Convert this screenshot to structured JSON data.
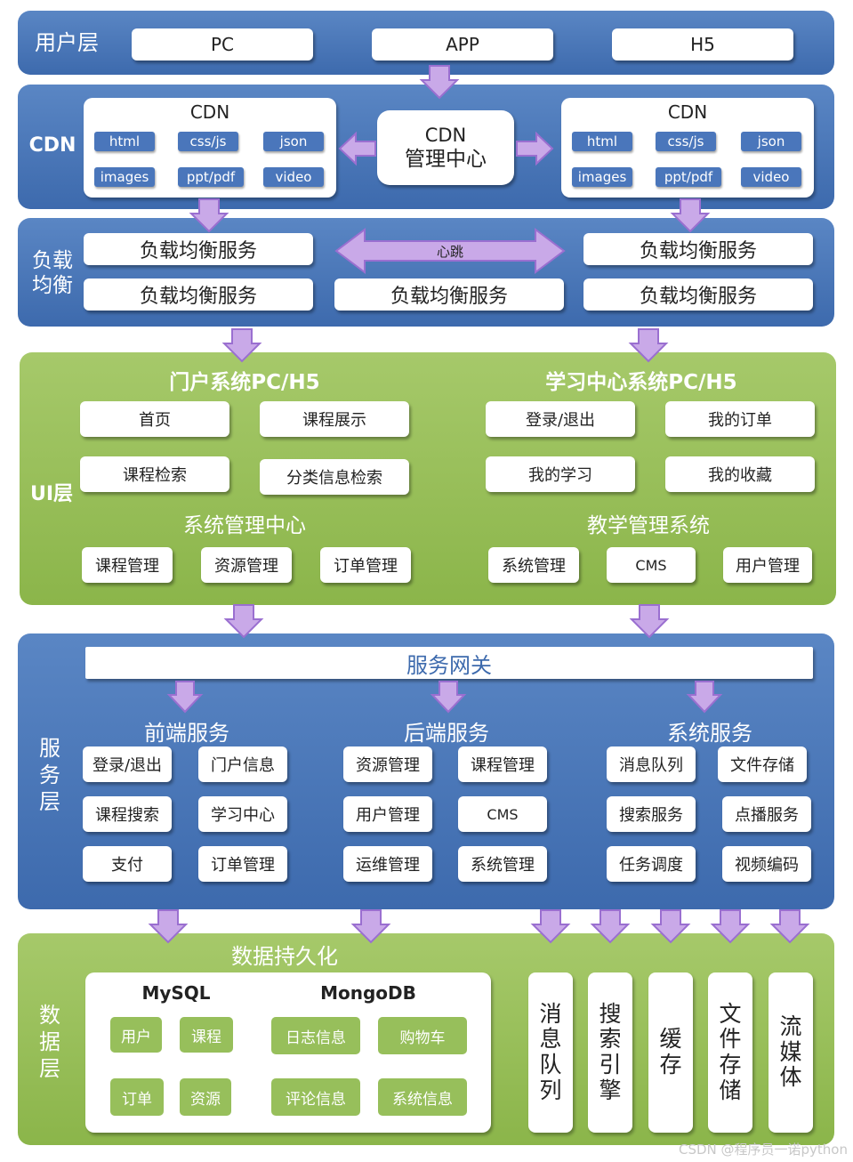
{
  "colors": {
    "blue_layer": "#4a78bb",
    "green_layer": "#95bd55",
    "arrow": "#c9a9e8",
    "chip_blue": "#4a76bb",
    "chip_green": "#97bf5b"
  },
  "user_layer": {
    "label": "用户层",
    "clients": [
      "PC",
      "APP",
      "H5"
    ]
  },
  "cdn_layer": {
    "label": "CDN",
    "left_title": "CDN",
    "right_title": "CDN",
    "chips": [
      "html",
      "css/js",
      "json",
      "images",
      "ppt/pdf",
      "video"
    ],
    "center_line1": "CDN",
    "center_line2": "管理中心"
  },
  "lb_layer": {
    "label_line1": "负载",
    "label_line2": "均衡",
    "service": "负载均衡服务",
    "heartbeat": "心跳"
  },
  "ui_layer": {
    "label": "UI层",
    "portal": {
      "title": "门户系统PC/H5",
      "items": [
        "首页",
        "课程展示",
        "课程检索",
        "分类信息检索"
      ]
    },
    "learning": {
      "title": "学习中心系统PC/H5",
      "items": [
        "登录/退出",
        "我的订单",
        "我的学习",
        "我的收藏"
      ]
    },
    "sysadmin": {
      "title": "系统管理中心",
      "items": [
        "课程管理",
        "资源管理",
        "订单管理"
      ]
    },
    "teaching": {
      "title": "教学管理系统",
      "items": [
        "系统管理",
        "CMS",
        "用户管理"
      ]
    }
  },
  "service_layer": {
    "label": [
      "服",
      "务",
      "层"
    ],
    "gateway": "服务网关",
    "frontend": {
      "title": "前端服务",
      "items": [
        "登录/退出",
        "门户信息",
        "课程搜索",
        "学习中心",
        "支付",
        "订单管理"
      ]
    },
    "backend": {
      "title": "后端服务",
      "items": [
        "资源管理",
        "课程管理",
        "用户管理",
        "CMS",
        "运维管理",
        "系统管理"
      ]
    },
    "system": {
      "title": "系统服务",
      "items": [
        "消息队列",
        "文件存储",
        "搜索服务",
        "点播服务",
        "任务调度",
        "视频编码"
      ]
    }
  },
  "data_layer": {
    "label": [
      "数",
      "据",
      "层"
    ],
    "persistence_title": "数据持久化",
    "mysql": {
      "title": "MySQL",
      "items": [
        "用户",
        "课程",
        "订单",
        "资源"
      ]
    },
    "mongodb": {
      "title": "MongoDB",
      "items": [
        "日志信息",
        "购物车",
        "评论信息",
        "系统信息"
      ]
    },
    "columns": [
      [
        "消",
        "息",
        "队",
        "列"
      ],
      [
        "搜",
        "索",
        "引",
        "擎"
      ],
      [
        "缓",
        "存"
      ],
      [
        "文",
        "件",
        "存",
        "储"
      ],
      [
        "流",
        "媒",
        "体"
      ]
    ]
  },
  "watermark": "CSDN @程序员一诺python"
}
